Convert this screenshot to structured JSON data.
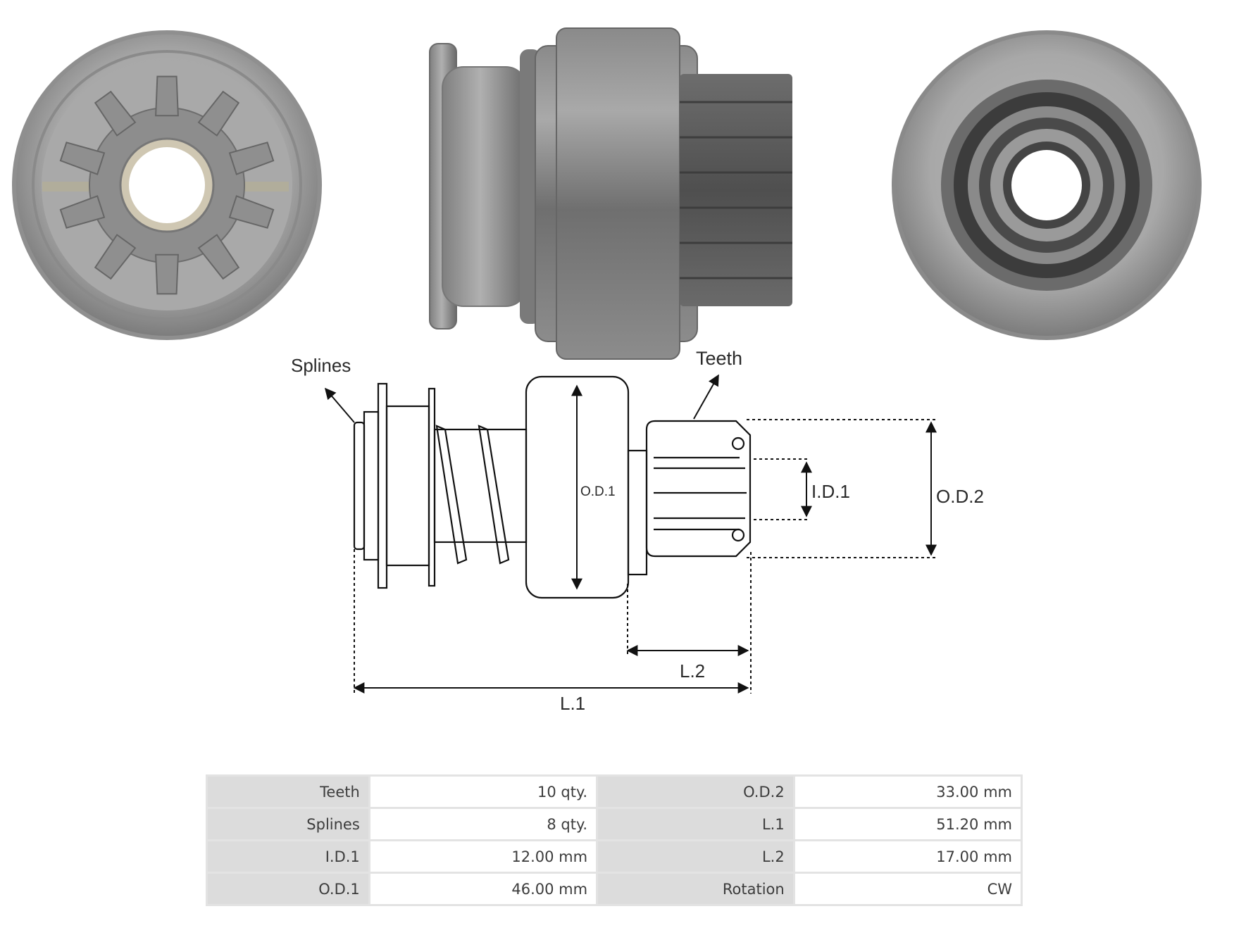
{
  "diagram": {
    "labels": {
      "splines": "Splines",
      "teeth": "Teeth",
      "od1": "O.D.1",
      "id1": "I.D.1",
      "od2": "O.D.2",
      "l2": "L.2",
      "l1": "L.1"
    }
  },
  "specs": [
    {
      "key": "Teeth",
      "value": "10 qty.",
      "key2": "O.D.2",
      "value2": "33.00 mm"
    },
    {
      "key": "Splines",
      "value": "8 qty.",
      "key2": "L.1",
      "value2": "51.20 mm"
    },
    {
      "key": "I.D.1",
      "value": "12.00 mm",
      "key2": "L.2",
      "value2": "17.00 mm"
    },
    {
      "key": "O.D.1",
      "value": "46.00 mm",
      "key2": "Rotation",
      "value2": "CW"
    }
  ],
  "colors": {
    "steel_light": "#c9c9c9",
    "steel_mid": "#9a9a9a",
    "steel_dark": "#5e5e5e",
    "line": "#111111",
    "table_key_bg": "#dcdcdc",
    "table_border": "#e3e3e3"
  }
}
